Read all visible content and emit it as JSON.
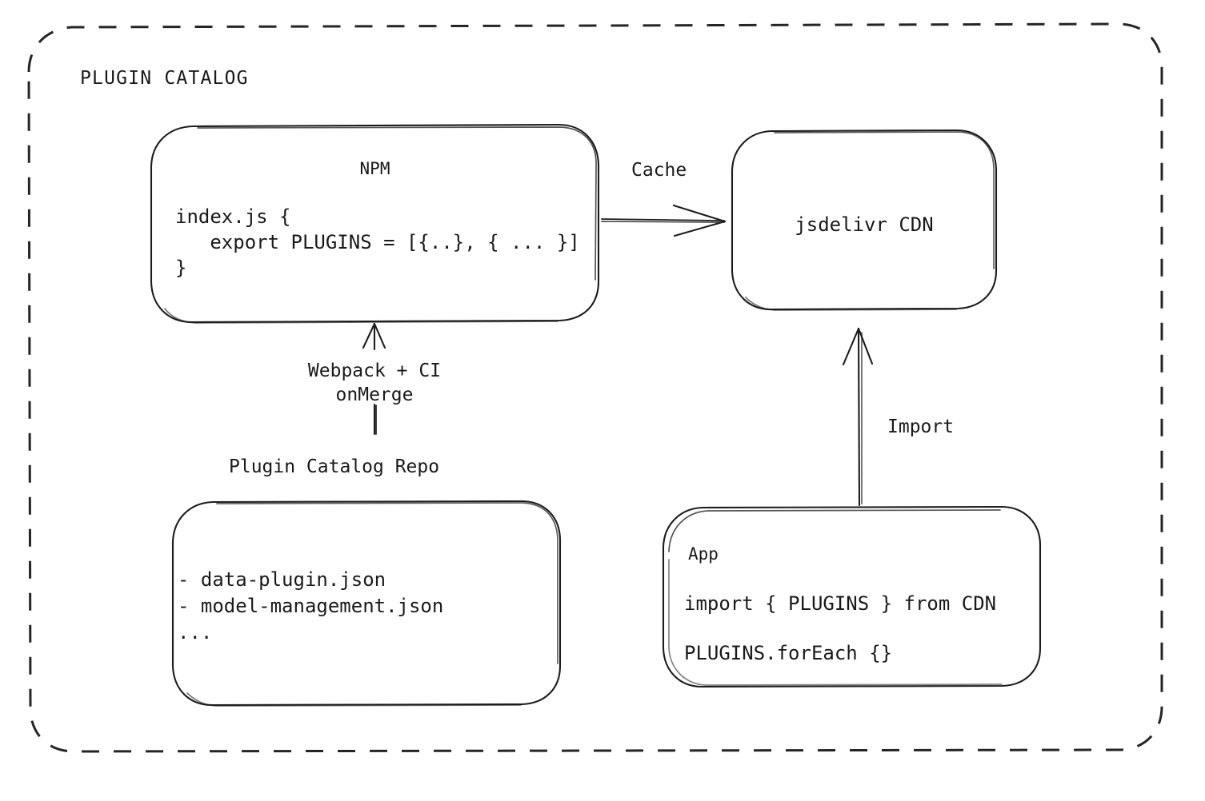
{
  "diagram": {
    "type": "architecture-flow",
    "title": "PLUGIN CATALOG",
    "boundary": {
      "style": "dashed",
      "label": "PLUGIN CATALOG"
    },
    "nodes": [
      {
        "id": "npm",
        "name": "NPM",
        "title": "NPM",
        "code_lines": [
          "index.js {",
          "   export PLUGINS = [{..}, { ... }]",
          "}"
        ]
      },
      {
        "id": "cdn",
        "name": "jsdelivr CDN",
        "title": "jsdelivr CDN",
        "code_lines": []
      },
      {
        "id": "repo",
        "name": "Plugin Catalog Repo",
        "caption": "Plugin Catalog Repo",
        "code_lines": [
          "- data-plugin.json",
          "- model-management.json",
          "..."
        ]
      },
      {
        "id": "app",
        "name": "App",
        "title": "App",
        "code_lines": [
          "import { PLUGINS } from CDN",
          "PLUGINS.forEach {}"
        ]
      }
    ],
    "edges": [
      {
        "id": "npm-to-cdn",
        "from": "npm",
        "to": "cdn",
        "label": "Cache",
        "direction": "right"
      },
      {
        "id": "repo-to-npm",
        "from": "repo",
        "to": "npm",
        "label_line1": "Webpack + CI",
        "label_line2": "onMerge",
        "direction": "up"
      },
      {
        "id": "app-to-cdn",
        "from": "app",
        "to": "cdn",
        "label": "Import",
        "direction": "up"
      }
    ],
    "colors": {
      "stroke": "#1d1d1d",
      "boundary": "#252525",
      "background": "#ffffff",
      "text": "#1a1a1a"
    }
  }
}
